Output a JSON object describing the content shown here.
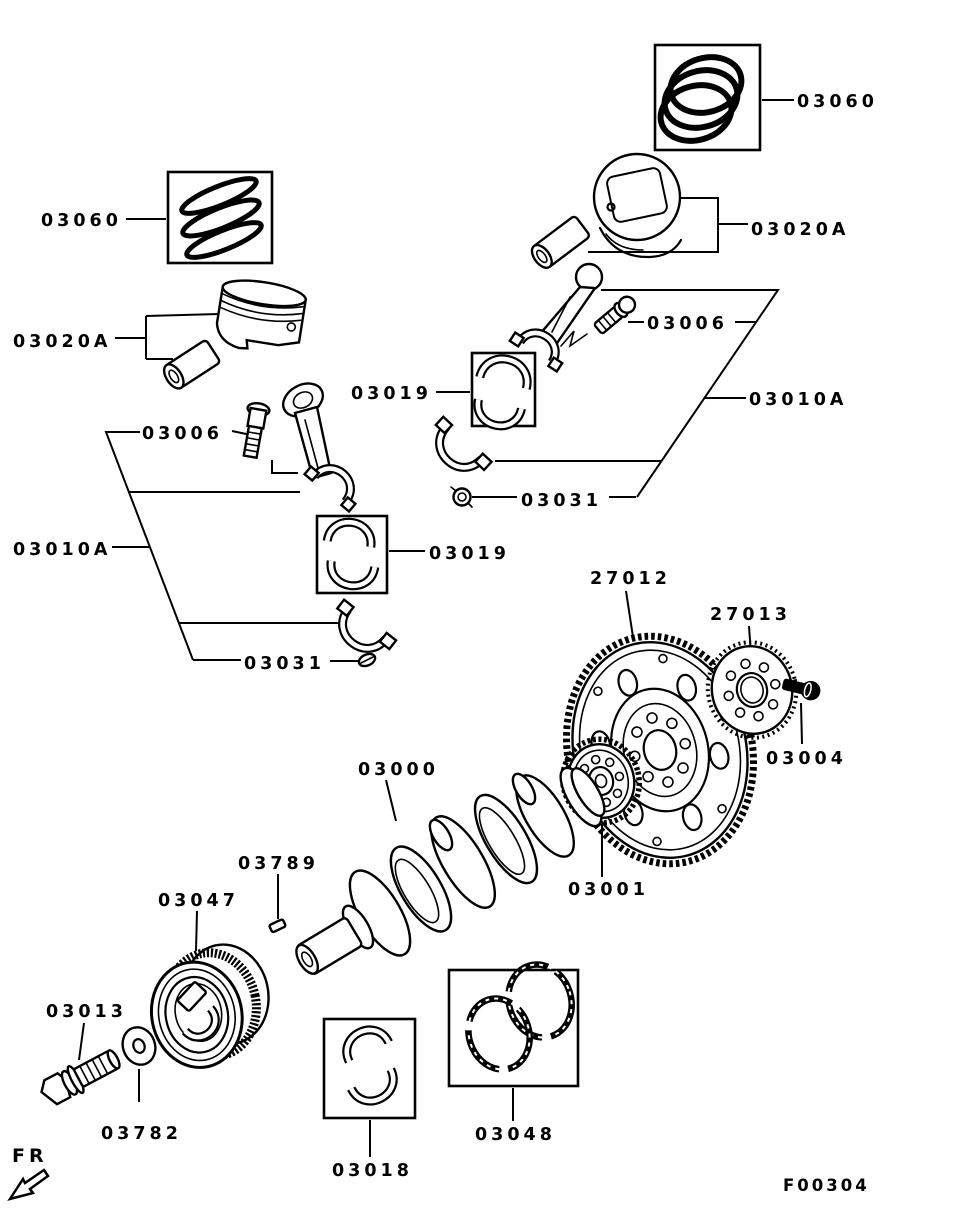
{
  "figure": {
    "code": "F00304",
    "front_marker": "FR"
  },
  "labels": {
    "ring_set_top": "03060",
    "piston_kit_right": "03020A",
    "ring_set_left": "03060",
    "piston_kit_left": "03020A",
    "rod_bolt_right": "03006",
    "rod_assy_right": "03010A",
    "rod_bearing_right": "03019",
    "rod_nut_right": "03031",
    "rod_bolt_left": "03006",
    "rod_assy_left": "03010A",
    "rod_bearing_left": "03019",
    "rod_nut_left": "03031",
    "flywheel": "27012",
    "adapter_plate": "27013",
    "flywheel_bolt": "03004",
    "crank_gear": "03001",
    "crankshaft": "03000",
    "key": "03789",
    "pulley": "03047",
    "pulley_bolt": "03013",
    "washer": "03782",
    "main_bearing": "03018",
    "thrust_rings": "03048"
  },
  "colors": {
    "line": "#000000",
    "background": "#ffffff"
  }
}
